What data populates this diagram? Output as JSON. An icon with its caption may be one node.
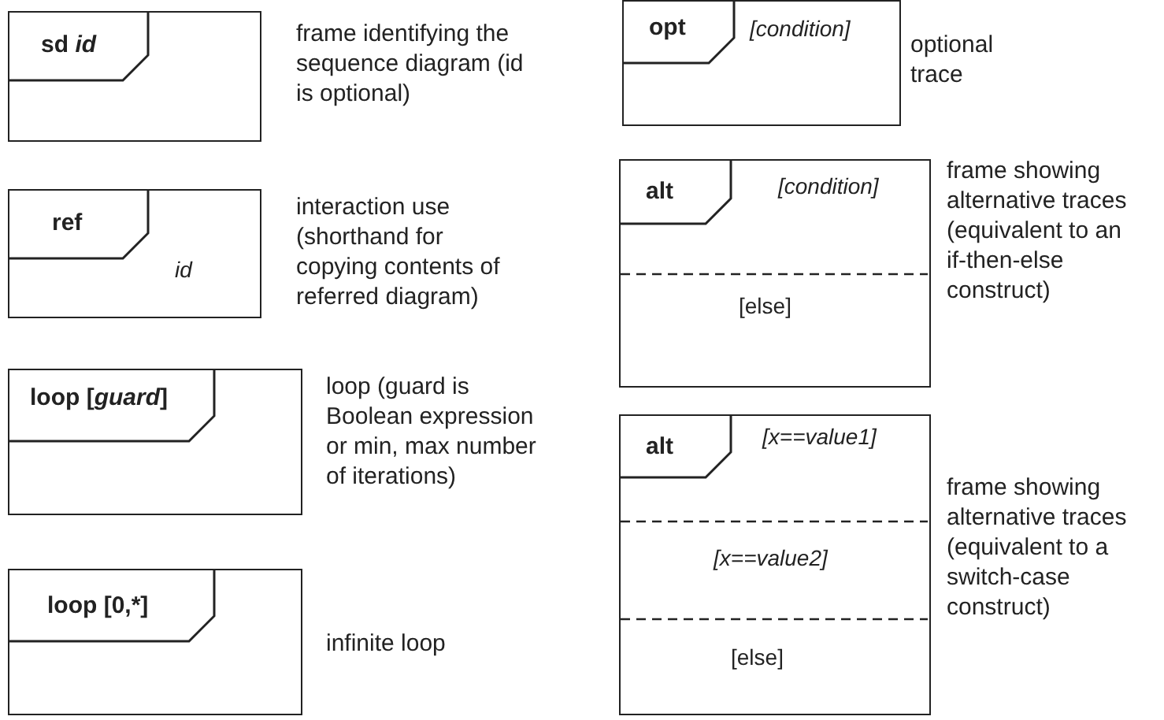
{
  "diagram": {
    "nodes": [
      {
        "text": [
          "sd *id*"
        ],
        "beside": [
          "frame identifying the sequence diagram (id is optional)"
        ]
      },
      {
        "text": [
          "ref",
          "id"
        ],
        "beside": [
          "interaction use (shorthand for copying contents of referred diagram)"
        ]
      },
      {
        "text": [
          "loop [*guard*]"
        ],
        "beside": [
          "loop (guard is Boolean expression or min, max number of iterations)"
        ]
      },
      {
        "text": [
          "loop [0,*]"
        ],
        "beside": [
          "infinite loop"
        ]
      },
      {
        "text": [
          "opt",
          "[condition]"
        ],
        "beside": [
          "optional trace"
        ]
      },
      {
        "text": [
          "alt",
          "[condition]",
          "[else]"
        ],
        "beside": [
          "frame showing alternative traces (equivalent to an if-then-else construct)"
        ]
      },
      {
        "text": [
          "alt",
          "[x==value1]",
          "[x==value2]",
          "[else]"
        ],
        "beside": [
          "frame showing alternative traces (equivalent to a switch-case construct)"
        ]
      }
    ],
    "edges": []
  }
}
